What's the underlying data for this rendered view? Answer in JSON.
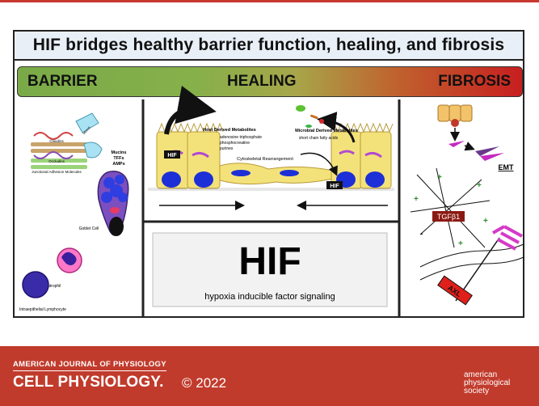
{
  "title": "HIF bridges healthy barrier function, healing, and fibrosis",
  "stages": {
    "barrier": "BARRIER",
    "healing": "HEALING",
    "fibrosis": "FIBROSIS"
  },
  "barrier_panel": {
    "claudins": "Claudins",
    "occludins": "Occludins",
    "jam": "Junctional Adhesion Molecules",
    "mucins": [
      "Mucins",
      "TFFs",
      "AMPs"
    ],
    "goblet": "Goblet Cell",
    "neutrophil": "Neutrophil",
    "iel": "Intraepithelial Lymphocyte",
    "mucus_granules": "Mucus"
  },
  "healing_panel": {
    "host_title": "Host Derived Metabolites",
    "host_items": [
      "adenosine triphosphate",
      "phosphocreatine",
      "purines"
    ],
    "microbial_title": "Microbial Derived Metabolites",
    "microbial_items": [
      "short chain fatty acids"
    ],
    "cytoskeletal": "Cytoskeletal Rearrangement",
    "hif_tag": "HIF"
  },
  "hif_box": {
    "big": "HIF",
    "sub": "hypoxia inducible factor signaling"
  },
  "fibrosis_panel": {
    "emt": "EMT",
    "tgf": "TGFβ1",
    "axl": "AXL"
  },
  "footer": {
    "journal": "AMERICAN JOURNAL OF PHYSIOLOGY",
    "name": "CELL PHYSIOLOGY.",
    "copyright": "© 2022",
    "society": [
      "american",
      "physiological",
      "society"
    ]
  },
  "colors": {
    "accent_red": "#c13b2c",
    "barrier_green": "#7aaa48",
    "fibrosis_red": "#c71f1f",
    "nucleus_blue": "#1d2fd6",
    "cytoplasm_yellow": "#f3e27a"
  }
}
